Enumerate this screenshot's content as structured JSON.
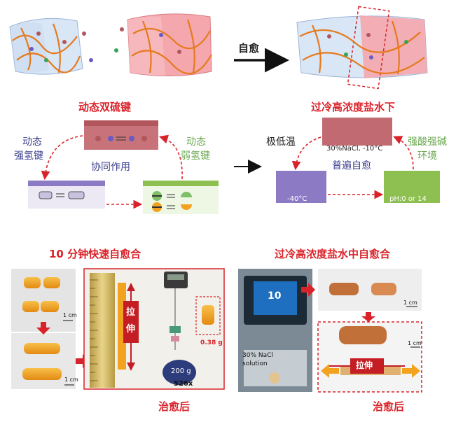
{
  "top": {
    "heal_label": "自愈"
  },
  "middle_left": {
    "title": "动态双硫键",
    "left_label": [
      "动态",
      "强氢键"
    ],
    "center_label": "协同作用",
    "right_label": [
      "动态",
      "弱氢键"
    ]
  },
  "middle_right": {
    "title": "过冷高浓度盐水下",
    "top_box": "30%NaCl, -10°C",
    "left_label": "极低温",
    "right_label": [
      "强酸强碱",
      "环境"
    ],
    "center_label": "普遍自愈",
    "left_box": "-40°C",
    "right_box": "pH:0 or 14"
  },
  "bottom_left": {
    "title": "10 分钟快速自愈合",
    "stretch_label": [
      "拉",
      "伸"
    ],
    "weight_label": "200 g",
    "mass_label": "0.38 g",
    "ratio_label": "526x",
    "scale_label": "1 cm",
    "after_label": "治愈后"
  },
  "bottom_right": {
    "title": "过冷高浓度盐水中自愈合",
    "solution_label": [
      "30% NaCl",
      "solution"
    ],
    "display_value": "10",
    "stretch_label": "拉伸",
    "scale_label": "1 cm",
    "after_label": "治愈后"
  },
  "colors": {
    "red": "#d9232a",
    "purple": "#8d7ac4",
    "green": "#8dc050",
    "rose": "#b2565e",
    "orange": "#f3a21f"
  }
}
